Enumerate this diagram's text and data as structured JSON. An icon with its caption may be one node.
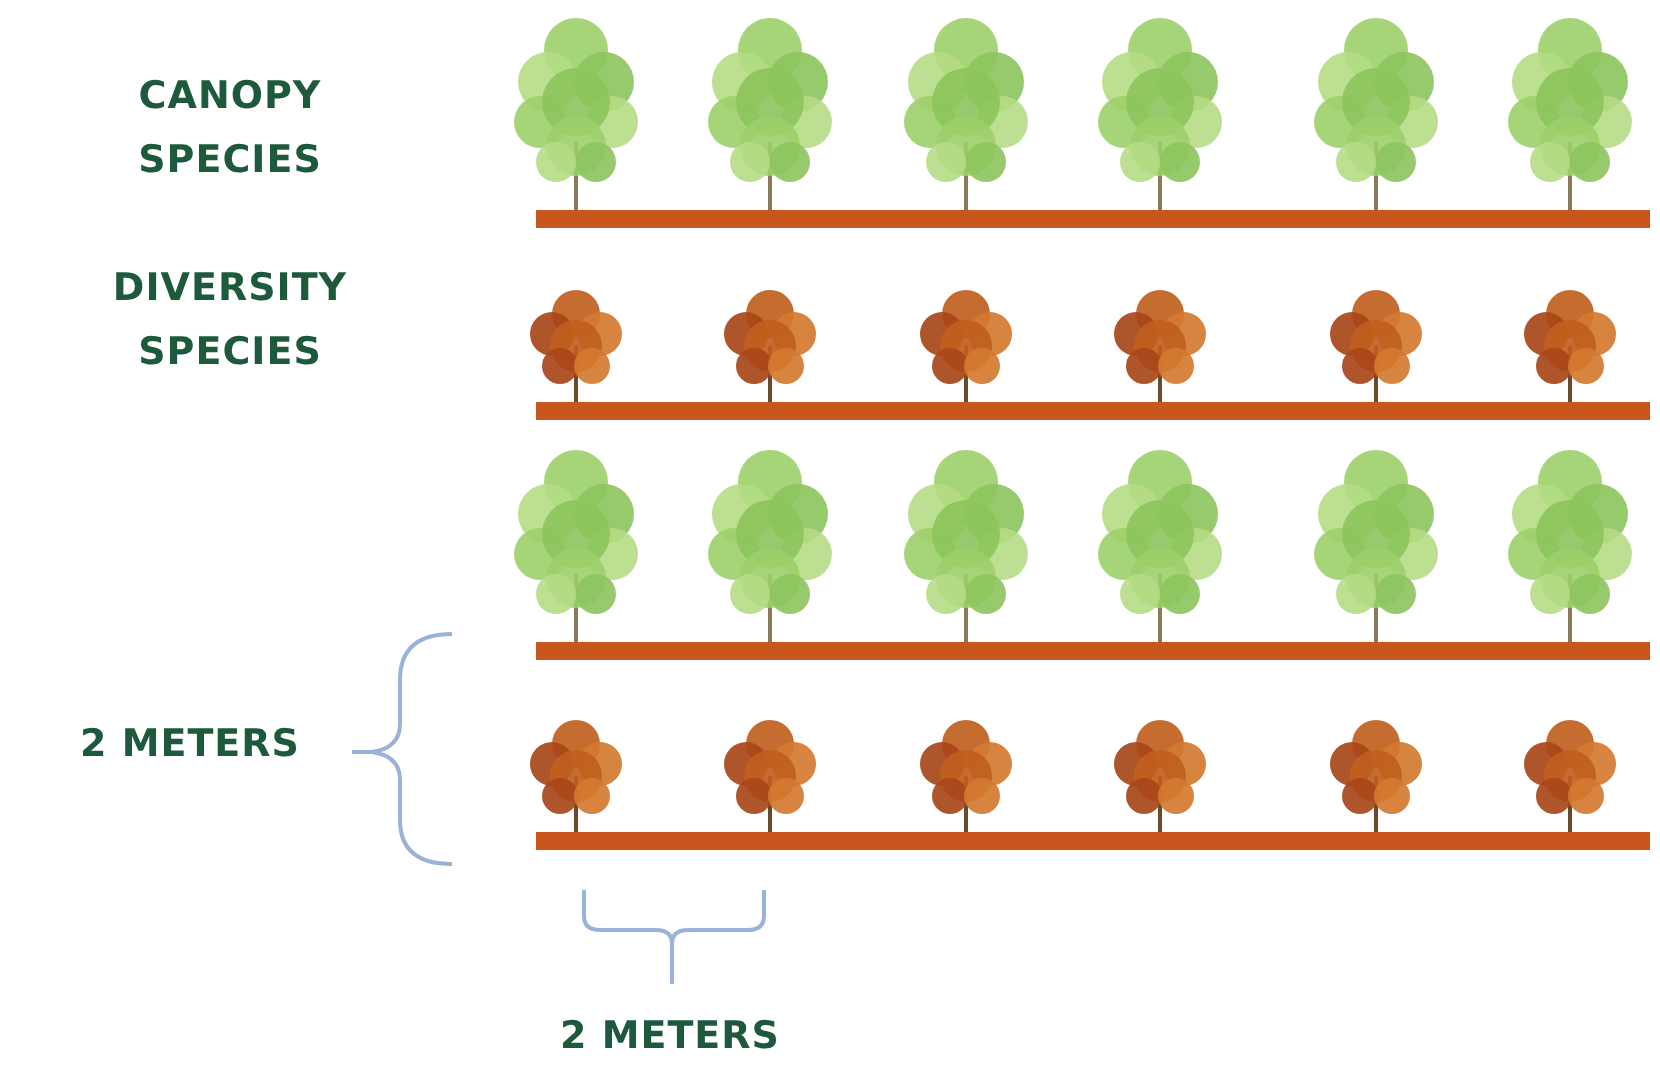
{
  "diagram": {
    "labels": [
      "CANOPY SPECIES",
      "DIVERSITY SPECIES",
      "2 METERS",
      "2 METERS"
    ]
  }
}
